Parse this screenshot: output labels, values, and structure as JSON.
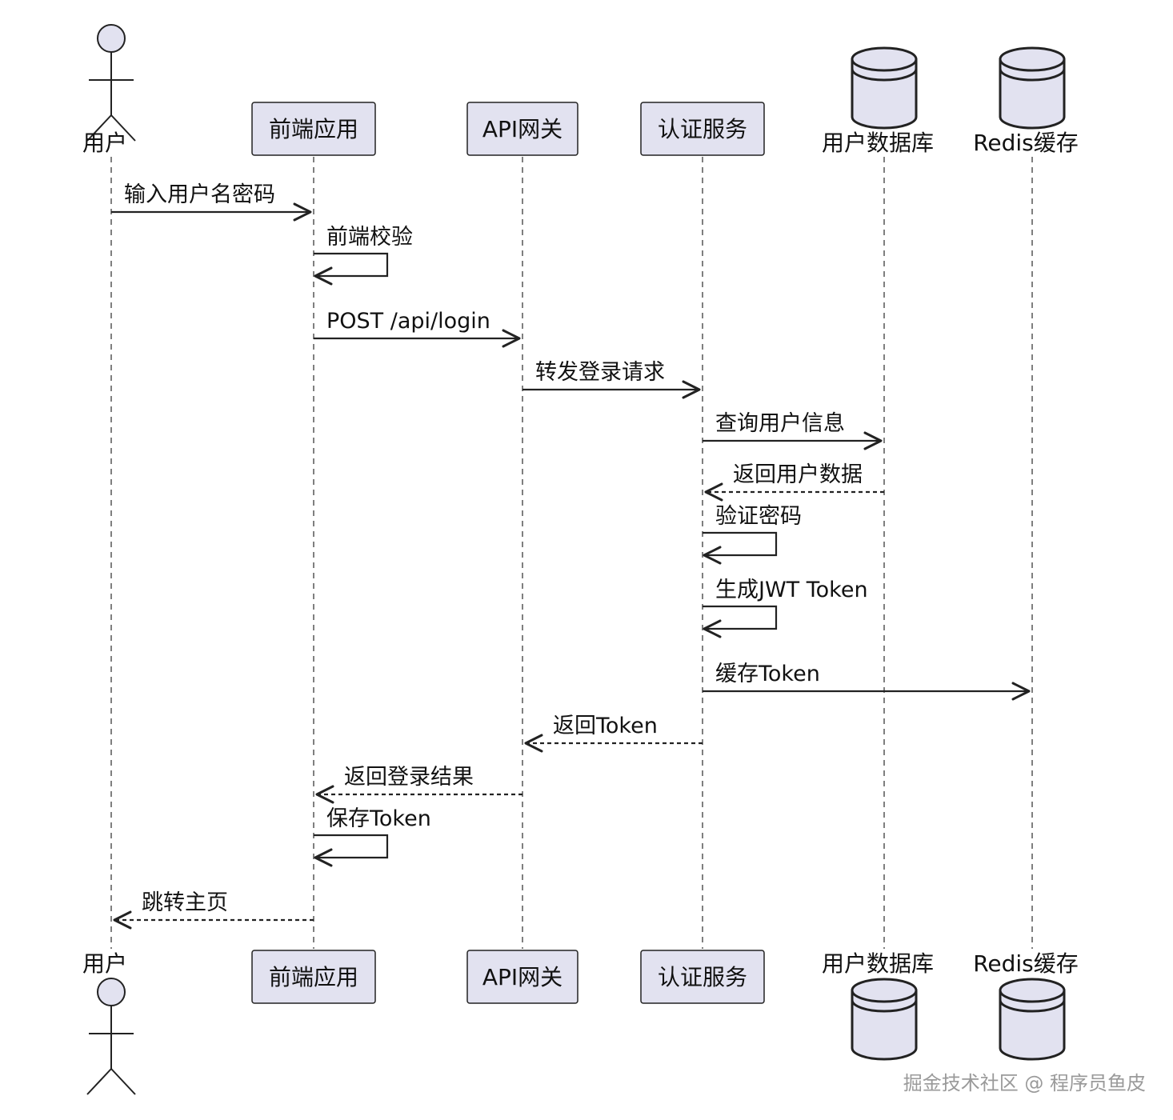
{
  "participants": [
    {
      "id": "user",
      "label": "用户",
      "kind": "actor"
    },
    {
      "id": "frontend",
      "label": "前端应用",
      "kind": "participant"
    },
    {
      "id": "gateway",
      "label": "API网关",
      "kind": "participant"
    },
    {
      "id": "auth",
      "label": "认证服务",
      "kind": "participant"
    },
    {
      "id": "userdb",
      "label": "用户数据库",
      "kind": "database"
    },
    {
      "id": "redis",
      "label": "Redis缓存",
      "kind": "database"
    }
  ],
  "messages": [
    {
      "from": "user",
      "to": "frontend",
      "label": "输入用户名密码",
      "style": "solid"
    },
    {
      "from": "frontend",
      "to": "frontend",
      "label": "前端校验",
      "style": "solid"
    },
    {
      "from": "frontend",
      "to": "gateway",
      "label": "POST /api/login",
      "style": "solid"
    },
    {
      "from": "gateway",
      "to": "auth",
      "label": "转发登录请求",
      "style": "solid"
    },
    {
      "from": "auth",
      "to": "userdb",
      "label": "查询用户信息",
      "style": "solid"
    },
    {
      "from": "userdb",
      "to": "auth",
      "label": "返回用户数据",
      "style": "dashed"
    },
    {
      "from": "auth",
      "to": "auth",
      "label": "验证密码",
      "style": "solid"
    },
    {
      "from": "auth",
      "to": "auth",
      "label": "生成JWT Token",
      "style": "solid"
    },
    {
      "from": "auth",
      "to": "redis",
      "label": "缓存Token",
      "style": "solid"
    },
    {
      "from": "auth",
      "to": "gateway",
      "label": "返回Token",
      "style": "dashed"
    },
    {
      "from": "gateway",
      "to": "frontend",
      "label": "返回登录结果",
      "style": "dashed"
    },
    {
      "from": "frontend",
      "to": "frontend",
      "label": "保存Token",
      "style": "solid"
    },
    {
      "from": "frontend",
      "to": "user",
      "label": "跳转主页",
      "style": "dashed"
    }
  ],
  "watermark": "掘金技术社区 @ 程序员鱼皮"
}
